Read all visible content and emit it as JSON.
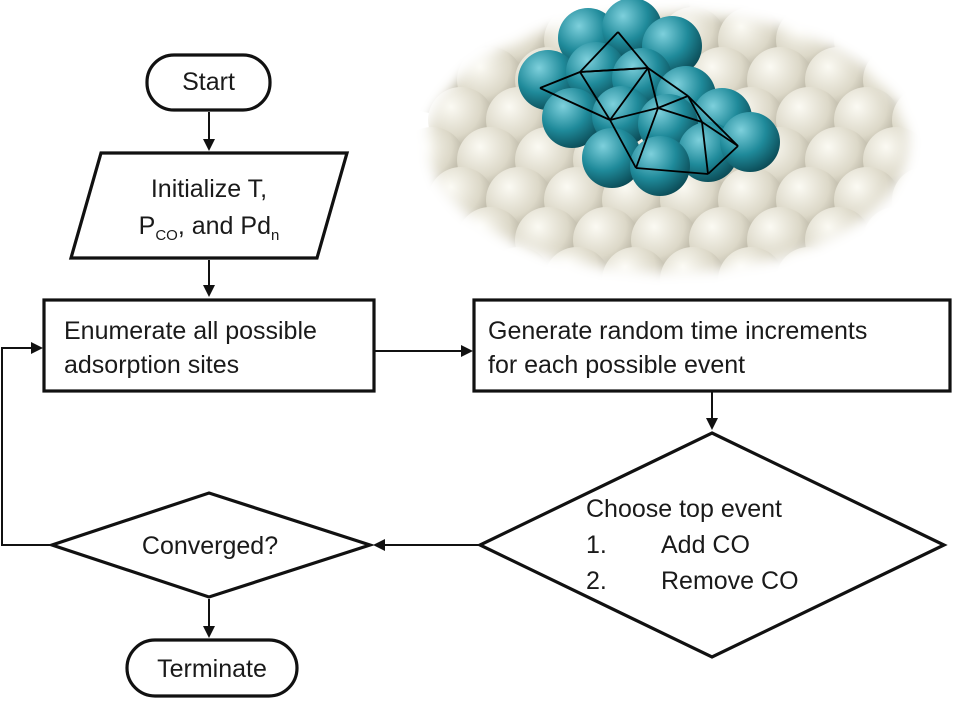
{
  "nodes": {
    "start": {
      "label": "Start"
    },
    "initialize": {
      "line1": "Initialize T,",
      "p_main": "P",
      "p_sub": "CO",
      "mid": ", and Pd",
      "pd_sub": "n"
    },
    "enumerate": {
      "line1": "Enumerate all possible",
      "line2": "adsorption sites"
    },
    "generate": {
      "line1": "Generate random time increments",
      "line2": "for each possible event"
    },
    "choose": {
      "title": "Choose top event",
      "item1_num": "1.",
      "item1_text": "Add CO",
      "item2_num": "2.",
      "item2_text": "Remove CO"
    },
    "converged": {
      "label": "Converged?"
    },
    "terminate": {
      "label": "Terminate"
    }
  },
  "illustration": {
    "surface_color": "#dcd8c8",
    "oxygen_color": "#e23a3a",
    "cluster_color": "#1f8a9a"
  }
}
